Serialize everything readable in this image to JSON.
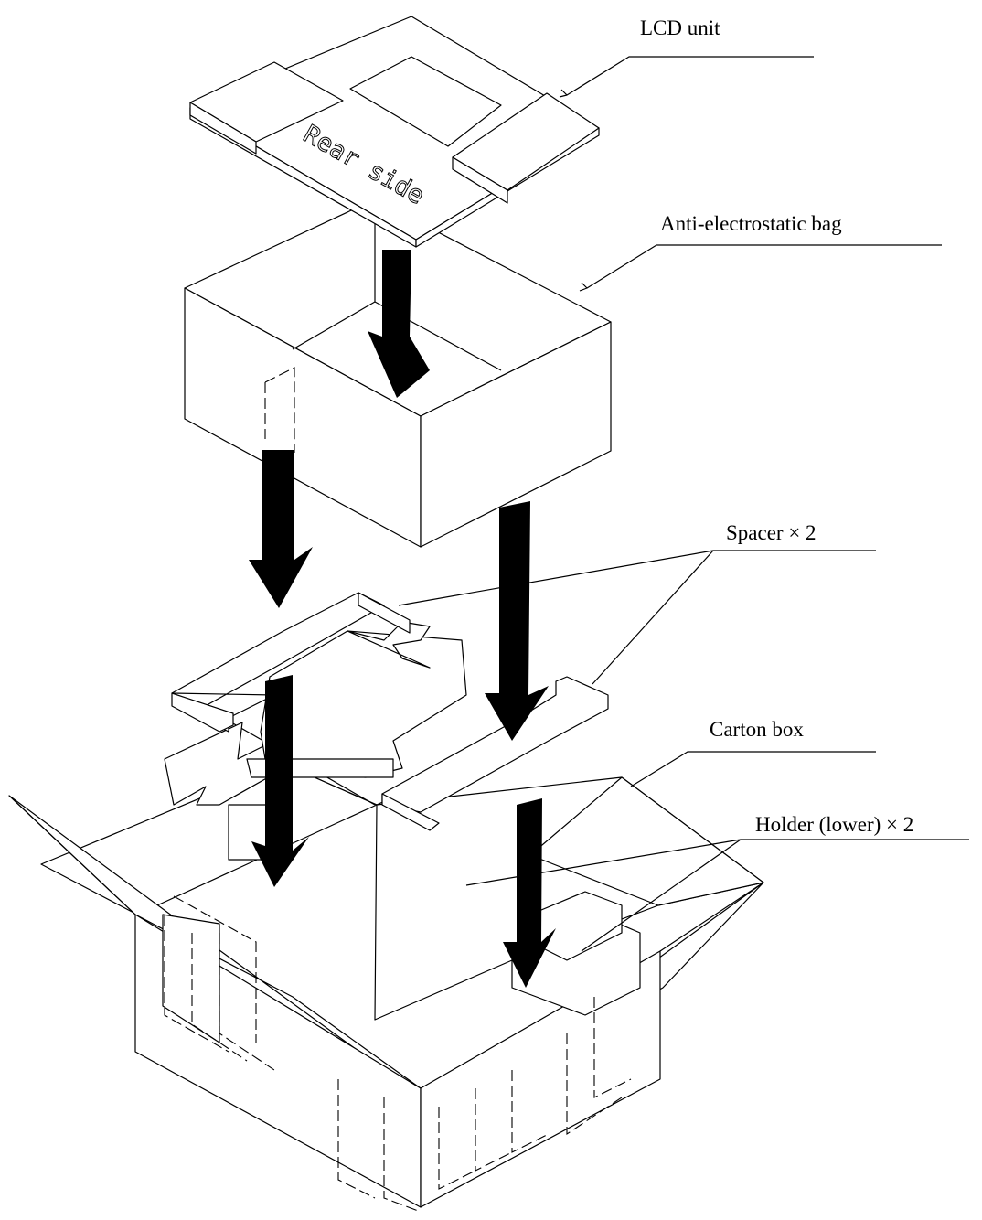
{
  "labels": {
    "lcd_unit": "LCD unit",
    "bag": "Anti-electrostatic bag",
    "spacer": "Spacer × 2",
    "carton": "Carton box",
    "holder": "Holder (lower) × 2"
  },
  "lcd_marking": "Rear side"
}
